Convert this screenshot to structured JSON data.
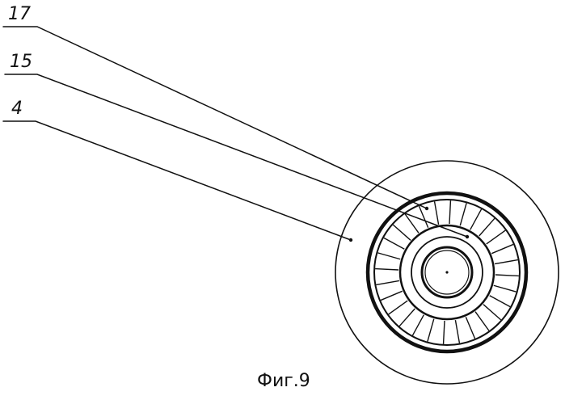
{
  "labels": [
    {
      "id": "ref-17",
      "text": "17",
      "target": "outer-stator-ring"
    },
    {
      "id": "ref-15",
      "text": "15",
      "target": "blade-ring"
    },
    {
      "id": "ref-4",
      "text": "4",
      "target": "outer-housing-disk"
    }
  ],
  "caption": "Фиг.9",
  "colors": {
    "ink": "#111111",
    "paper": "#ffffff"
  },
  "blade_count": 28
}
